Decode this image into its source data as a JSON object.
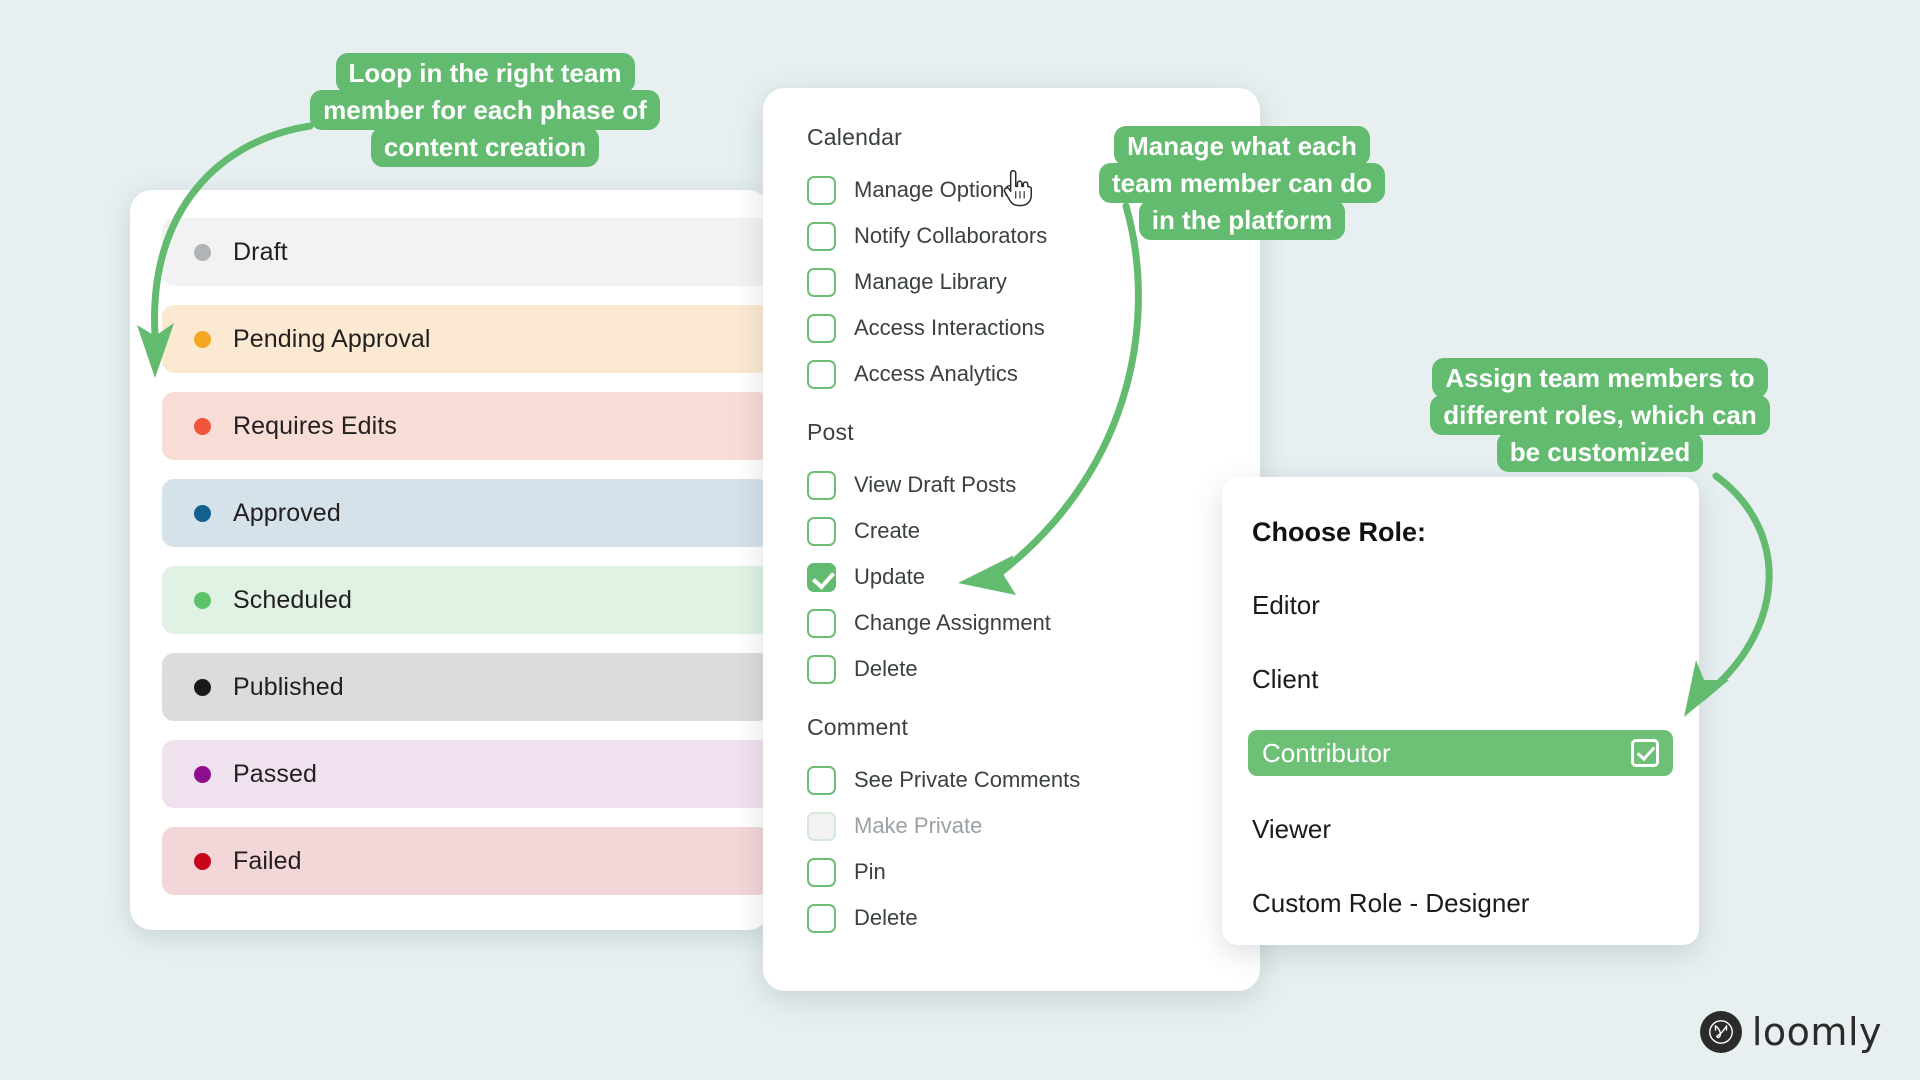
{
  "background_color": "#e7eff1",
  "accent_green": "#62bb6e",
  "status_card": {
    "name": "Post status list",
    "statuses": [
      {
        "label": "Draft",
        "dot": "#b0b4b7",
        "bg": "#f2f2f3"
      },
      {
        "label": "Pending Approval",
        "dot": "#f5a623",
        "bg": "#fbe9d2"
      },
      {
        "label": "Requires Edits",
        "dot": "#f0543c",
        "bg": "#f8dcd6"
      },
      {
        "label": "Approved",
        "dot": "#13608e",
        "bg": "#d6e2ea"
      },
      {
        "label": "Scheduled",
        "dot": "#5cc46b",
        "bg": "#e0f2e3"
      },
      {
        "label": "Published",
        "dot": "#1a1a1a",
        "bg": "#dcdcdc"
      },
      {
        "label": "Passed",
        "dot": "#8e0f8e",
        "bg": "#f0e1ef"
      },
      {
        "label": "Failed",
        "dot": "#c7051d",
        "bg": "#f3d6d8"
      }
    ]
  },
  "permissions_card": {
    "groups": [
      {
        "title": "Calendar",
        "items": [
          {
            "label": "Manage Options",
            "checked": false,
            "disabled": false
          },
          {
            "label": "Notify Collaborators",
            "checked": false,
            "disabled": false
          },
          {
            "label": "Manage Library",
            "checked": false,
            "disabled": false
          },
          {
            "label": "Access Interactions",
            "checked": false,
            "disabled": false
          },
          {
            "label": "Access Analytics",
            "checked": false,
            "disabled": false
          }
        ]
      },
      {
        "title": "Post",
        "items": [
          {
            "label": "View Draft Posts",
            "checked": false,
            "disabled": false
          },
          {
            "label": "Create",
            "checked": false,
            "disabled": false
          },
          {
            "label": "Update",
            "checked": true,
            "disabled": false
          },
          {
            "label": "Change Assignment",
            "checked": false,
            "disabled": false
          },
          {
            "label": "Delete",
            "checked": false,
            "disabled": false
          }
        ]
      },
      {
        "title": "Comment",
        "items": [
          {
            "label": "See Private Comments",
            "checked": false,
            "disabled": false
          },
          {
            "label": "Make Private",
            "checked": false,
            "disabled": true
          },
          {
            "label": "Pin",
            "checked": false,
            "disabled": false
          },
          {
            "label": "Delete",
            "checked": false,
            "disabled": false
          }
        ]
      }
    ]
  },
  "role_card": {
    "title": "Choose Role:",
    "roles": [
      {
        "label": "Editor",
        "selected": false
      },
      {
        "label": "Client",
        "selected": false
      },
      {
        "label": "Contributor",
        "selected": true
      },
      {
        "label": "Viewer",
        "selected": false
      },
      {
        "label": "Custom Role - Designer",
        "selected": false
      }
    ]
  },
  "callouts": [
    {
      "id": "callout-1",
      "text": "Loop in the right team member for each phase of content creation"
    },
    {
      "id": "callout-2",
      "text": "Manage what each team member can do in the platform"
    },
    {
      "id": "callout-3",
      "text": "Assign team members to different roles, which can be customized"
    }
  ],
  "cursor": {
    "icon": "pointing-hand-cursor"
  },
  "logo": {
    "text": "loomly",
    "mark": "loomly-cat-icon"
  }
}
